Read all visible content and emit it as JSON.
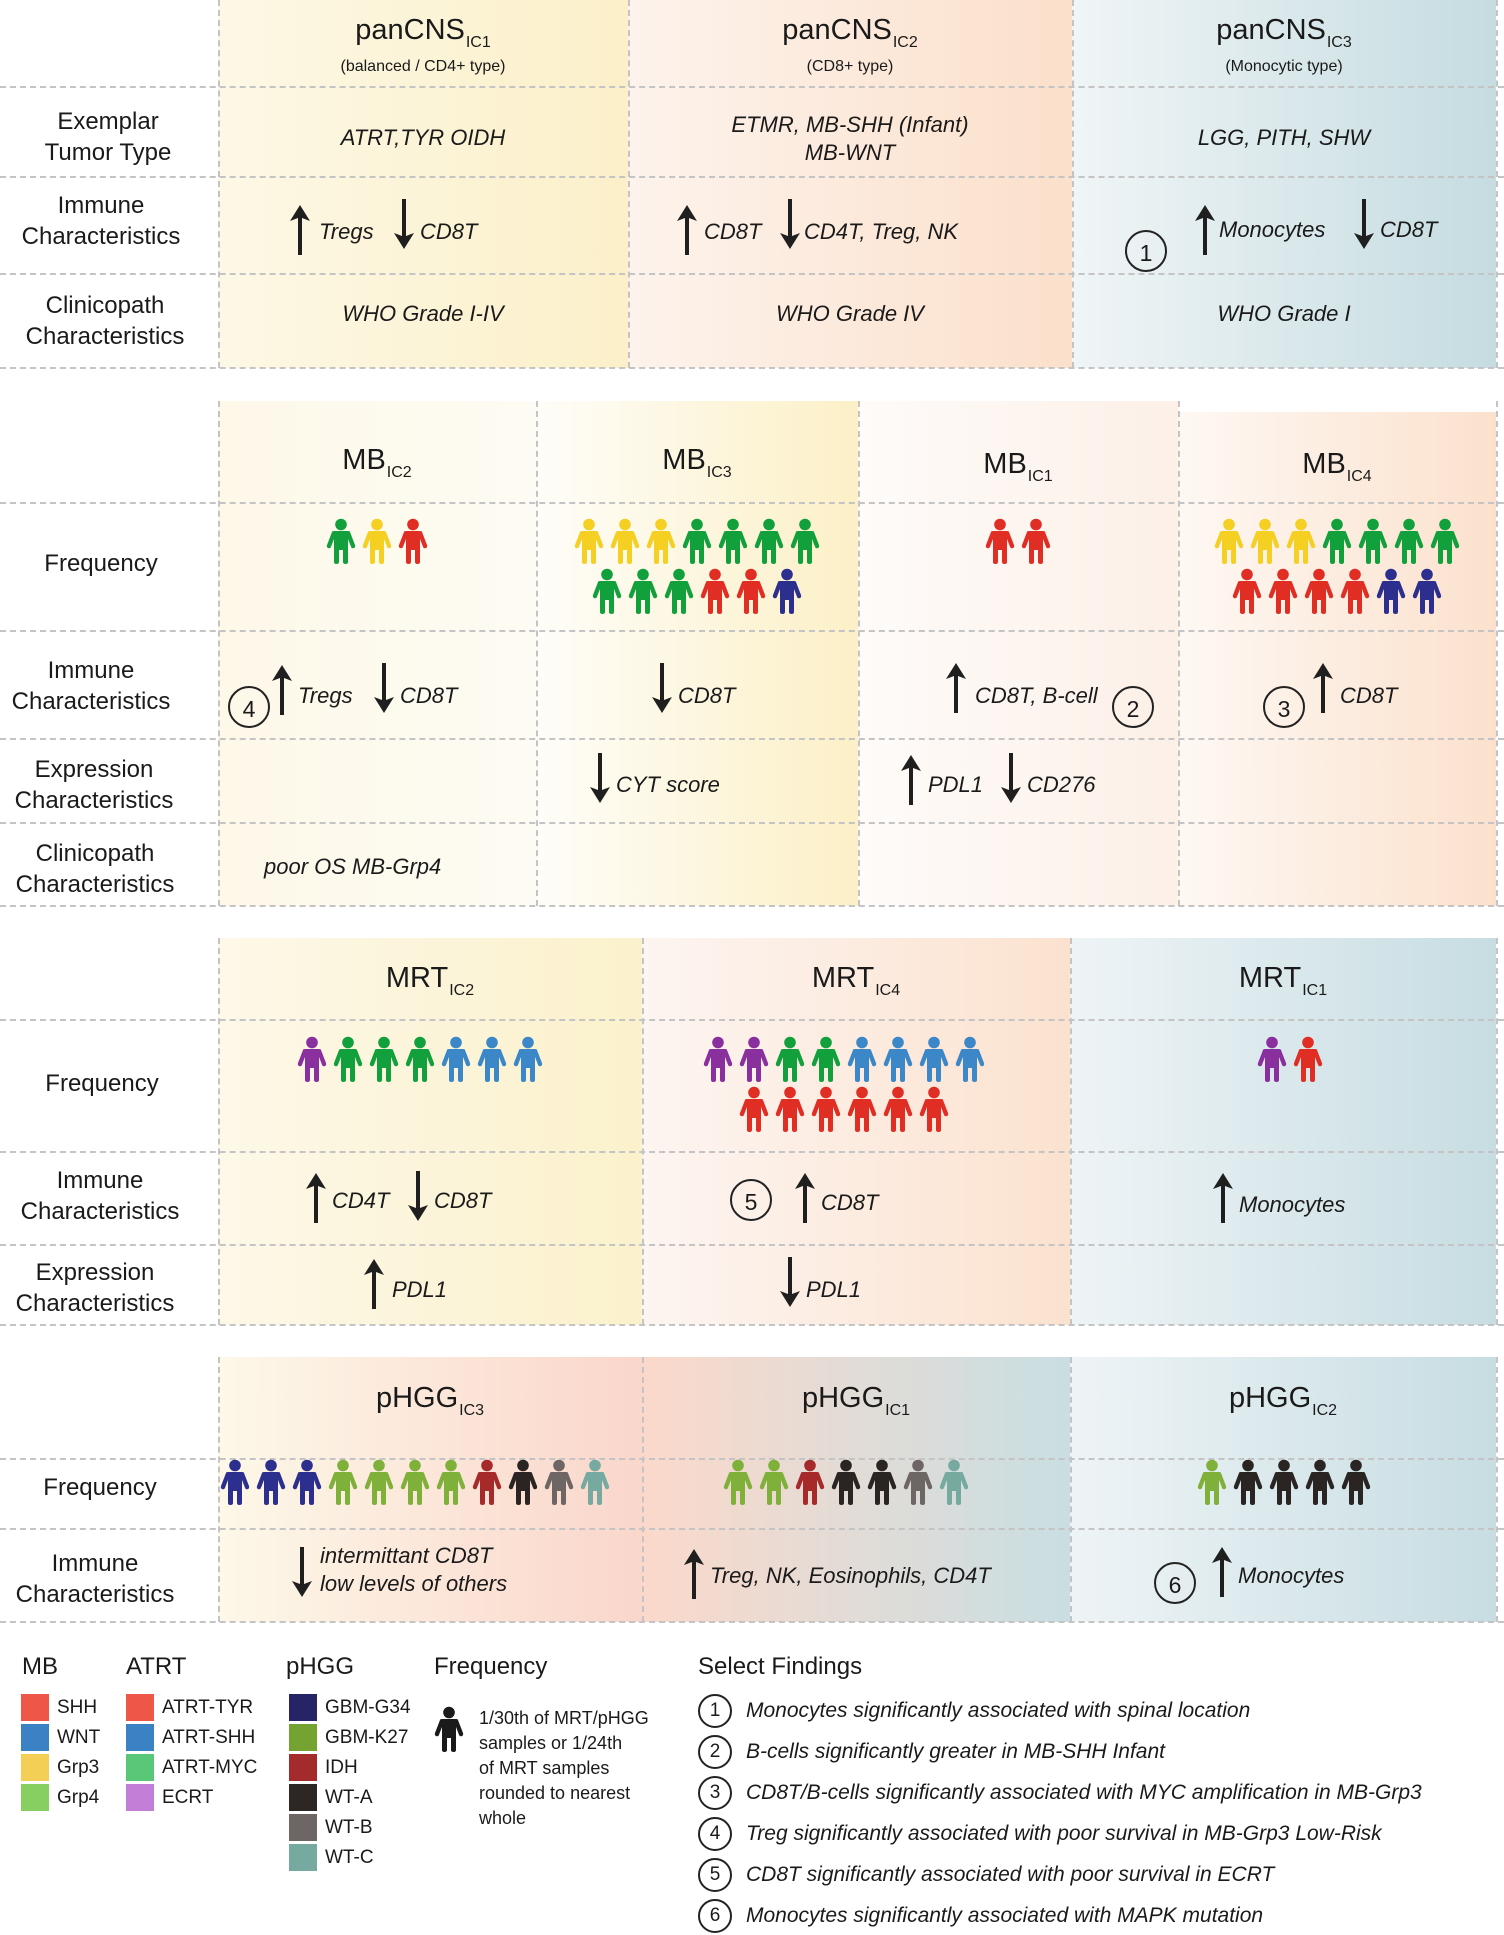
{
  "colors": {
    "yellow": "#f5cf22",
    "green": "#12a03c",
    "red": "#e12e25",
    "navy": "#2d2f8f",
    "purple": "#8a2f9e",
    "blue": "#3b87c8",
    "lime": "#7fb03a",
    "darkred": "#a72a2a",
    "black": "#2a2522",
    "gray": "#6e6565",
    "teal": "#76a9a0",
    "bg_yellow": "#fcf2cc",
    "bg_orange": "#fbe1cc",
    "bg_teal": "#cadfe3",
    "line": "#c4c4c4"
  },
  "pancns": {
    "headers": [
      {
        "name": "panCNS",
        "sub": "IC1",
        "subtitle": "(balanced / CD4+ type)"
      },
      {
        "name": "panCNS",
        "sub": "IC2",
        "subtitle": "(CD8+ type)"
      },
      {
        "name": "panCNS",
        "sub": "IC3",
        "subtitle": "(Monocytic type)"
      }
    ],
    "labels": {
      "exemplar": [
        "Exemplar",
        "Tumor Type"
      ],
      "immune": [
        "Immune",
        "Characteristics"
      ],
      "clinico": [
        "Clinicopath",
        "Characteristics"
      ]
    },
    "exemplar": [
      "ATRT,TYR OIDH",
      "ETMR, MB-SHH (Infant)",
      "MB-WNT",
      "LGG, PITH, SHW"
    ],
    "immune": {
      "c1": {
        "up": "Tregs",
        "down": "CD8T"
      },
      "c2": {
        "up": "CD8T",
        "down": "CD4T, Treg, NK"
      },
      "c3": {
        "up": "Monocytes",
        "down": "CD8T",
        "note": "1"
      }
    },
    "clinico": [
      "WHO Grade I-IV",
      "WHO Grade IV",
      "WHO Grade I"
    ]
  },
  "mb": {
    "headers": [
      {
        "name": "MB",
        "sub": "IC2"
      },
      {
        "name": "MB",
        "sub": "IC3"
      },
      {
        "name": "MB",
        "sub": "IC1"
      },
      {
        "name": "MB",
        "sub": "IC4"
      }
    ],
    "labels": {
      "frequency": [
        "Frequency"
      ],
      "immune": [
        "Immune",
        "Characteristics"
      ],
      "expression": [
        "Expression",
        "Characteristics"
      ],
      "clinico": [
        "Clinicopath",
        "Characteristics"
      ]
    },
    "frequency": [
      [
        [
          "green",
          "yellow",
          "red"
        ]
      ],
      [
        [
          "yellow",
          "yellow",
          "yellow",
          "green",
          "green",
          "green",
          "green"
        ],
        [
          "green",
          "green",
          "green",
          "red",
          "red",
          "navy"
        ]
      ],
      [
        [
          "red",
          "red"
        ]
      ],
      [
        [
          "yellow",
          "yellow",
          "yellow",
          "green",
          "green",
          "green",
          "green"
        ],
        [
          "red",
          "red",
          "red",
          "red",
          "navy",
          "navy"
        ]
      ]
    ],
    "immune": {
      "c1": {
        "note": "4",
        "up": "Tregs",
        "down": "CD8T"
      },
      "c2": {
        "down": "CD8T"
      },
      "c3": {
        "up": "CD8T, B-cell",
        "note": "2"
      },
      "c4": {
        "note": "3",
        "up": "CD8T"
      }
    },
    "expression": {
      "c2": {
        "down": "CYT score"
      },
      "c3": {
        "up": "PDL1",
        "down": "CD276"
      }
    },
    "clinico": {
      "c1": "poor OS MB-Grp4"
    }
  },
  "mrt": {
    "headers": [
      {
        "name": "MRT",
        "sub": "IC2"
      },
      {
        "name": "MRT",
        "sub": "IC4"
      },
      {
        "name": "MRT",
        "sub": "IC1"
      }
    ],
    "labels": {
      "frequency": [
        "Frequency"
      ],
      "immune": [
        "Immune",
        "Characteristics"
      ],
      "expression": [
        "Expression",
        "Characteristics"
      ]
    },
    "frequency": [
      [
        [
          "purple",
          "green",
          "green",
          "green",
          "blue",
          "blue",
          "blue"
        ]
      ],
      [
        [
          "purple",
          "purple",
          "green",
          "green",
          "blue",
          "blue",
          "blue",
          "blue"
        ],
        [
          "red",
          "red",
          "red",
          "red",
          "red",
          "red"
        ]
      ],
      [
        [
          "purple",
          "red"
        ]
      ]
    ],
    "immune": {
      "c1": {
        "up": "CD4T",
        "down": "CD8T"
      },
      "c2": {
        "note": "5",
        "up": "CD8T"
      },
      "c3": {
        "up": "Monocytes"
      }
    },
    "expression": {
      "c1": {
        "up": "PDL1"
      },
      "c2": {
        "down": "PDL1"
      }
    }
  },
  "phgg": {
    "headers": [
      {
        "name": "pHGG",
        "sub": "IC3"
      },
      {
        "name": "pHGG",
        "sub": "IC1"
      },
      {
        "name": "pHGG",
        "sub": "IC2"
      }
    ],
    "labels": {
      "frequency": [
        "Frequency"
      ],
      "immune": [
        "Immune",
        "Characteristics"
      ]
    },
    "frequency": [
      [
        [
          "navy",
          "navy",
          "navy",
          "lime",
          "lime",
          "lime",
          "lime",
          "darkred",
          "black",
          "gray",
          "teal"
        ]
      ],
      [
        [
          "lime",
          "lime",
          "darkred",
          "black",
          "black",
          "gray",
          "teal"
        ]
      ],
      [
        [
          "lime",
          "black",
          "black",
          "black",
          "black"
        ]
      ]
    ],
    "immune": {
      "c1": {
        "down": "intermittant CD8T",
        "down2": "low levels of others"
      },
      "c2": {
        "up": "Treg, NK, Eosinophils, CD4T"
      },
      "c3": {
        "note": "6",
        "up": "Monocytes"
      }
    }
  },
  "legend": {
    "mb": {
      "title": "MB",
      "items": [
        {
          "label": "SHH",
          "color": "#ee5747"
        },
        {
          "label": "WNT",
          "color": "#3a82c4"
        },
        {
          "label": "Grp3",
          "color": "#f3cf55"
        },
        {
          "label": "Grp4",
          "color": "#86cf60"
        }
      ]
    },
    "atrt": {
      "title": "ATRT",
      "items": [
        {
          "label": "ATRT-TYR",
          "color": "#ee5747"
        },
        {
          "label": "ATRT-SHH",
          "color": "#3a82c4"
        },
        {
          "label": "ATRT-MYC",
          "color": "#59c777"
        },
        {
          "label": "ECRT",
          "color": "#c37ed8"
        }
      ]
    },
    "phgg": {
      "title": "pHGG",
      "items": [
        {
          "label": "GBM-G34",
          "color": "#262466"
        },
        {
          "label": "GBM-K27",
          "color": "#75a332"
        },
        {
          "label": "IDH",
          "color": "#a32b2b"
        },
        {
          "label": "WT-A",
          "color": "#2d2622"
        },
        {
          "label": "WT-B",
          "color": "#6e6565"
        },
        {
          "label": "WT-C",
          "color": "#76a9a0"
        }
      ]
    },
    "frequency": {
      "title": "Frequency",
      "lines": [
        "1/30th of MRT/pHGG",
        "samples or 1/24th",
        "of MRT samples",
        "rounded to nearest",
        "whole"
      ]
    }
  },
  "findings": {
    "title": "Select Findings",
    "items": [
      {
        "num": "1",
        "text": "Monocytes significantly associated with spinal location"
      },
      {
        "num": "2",
        "text": "B-cells significantly greater in MB-SHH Infant"
      },
      {
        "num": "3",
        "text": "CD8T/B-cells significantly associated with MYC amplification in MB-Grp3"
      },
      {
        "num": "4",
        "text": "Treg significantly associated with poor survival in MB-Grp3 Low-Risk"
      },
      {
        "num": "5",
        "text": "CD8T significantly associated with poor survival in ECRT"
      },
      {
        "num": "6",
        "text": "Monocytes significantly associated with MAPK mutation"
      }
    ]
  }
}
